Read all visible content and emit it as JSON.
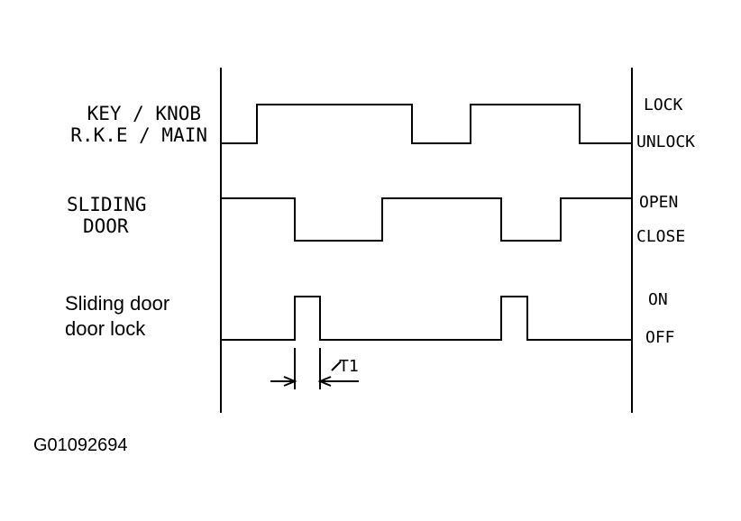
{
  "signals": [
    {
      "id": "key-knob",
      "label_lines": [
        "KEY / KNOB",
        "R.K.E / MAIN"
      ],
      "high_state": "LOCK",
      "low_state": "UNLOCK"
    },
    {
      "id": "sliding-door",
      "label_lines": [
        "SLIDING",
        "DOOR"
      ],
      "high_state": "OPEN",
      "low_state": "CLOSE"
    },
    {
      "id": "door-lock",
      "label_lines": [
        "Sliding door",
        "door lock"
      ],
      "high_state": "ON",
      "low_state": "OFF"
    }
  ],
  "timing_label": "T1",
  "figure_code": "G01092694"
}
